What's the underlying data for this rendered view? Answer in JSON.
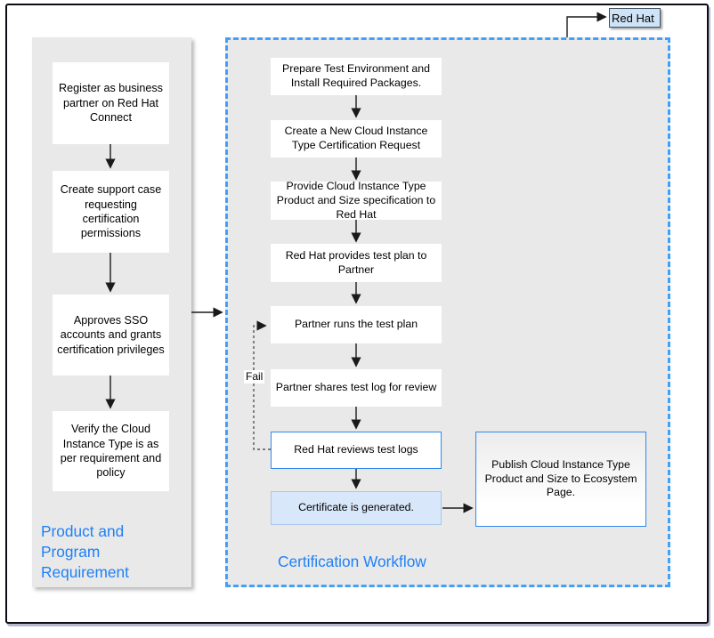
{
  "external": {
    "red_hat_label": "Red Hat"
  },
  "left_panel": {
    "title": "Product and Program Requirement",
    "steps": [
      {
        "label": "Register as business partner on Red Hat Connect"
      },
      {
        "label": "Create support case requesting certification permissions"
      },
      {
        "label": "Approves SSO accounts and grants certification privileges"
      },
      {
        "label": "Verify the Cloud Instance Type is as per requirement and policy"
      }
    ]
  },
  "workflow_panel": {
    "title": "Certification Workflow",
    "fail_label": "Fail",
    "steps": [
      {
        "label": "Prepare Test Environment and Install Required Packages."
      },
      {
        "label": "Create a New Cloud Instance Type Certification Request"
      },
      {
        "label": "Provide Cloud Instance Type Product and Size specification to Red Hat"
      },
      {
        "label": "Red Hat provides test plan to Partner"
      },
      {
        "label": "Partner runs the test plan"
      },
      {
        "label": "Partner shares test log for review"
      },
      {
        "label": "Red Hat reviews test logs"
      },
      {
        "label": "Certificate is generated."
      }
    ],
    "publish_step": {
      "label": "Publish Cloud Instance Type Product and Size to Ecosystem Page."
    }
  },
  "colors": {
    "accent_blue": "#1f80f5",
    "dashed_border_blue": "#42a0f8",
    "panel_gray": "#e9e9e9",
    "certificate_fill": "#d8e7fa",
    "red_hat_fill": "#cfe3f7",
    "outline_blue": "#2e89f0",
    "arrow_black": "#1a1a1a"
  }
}
